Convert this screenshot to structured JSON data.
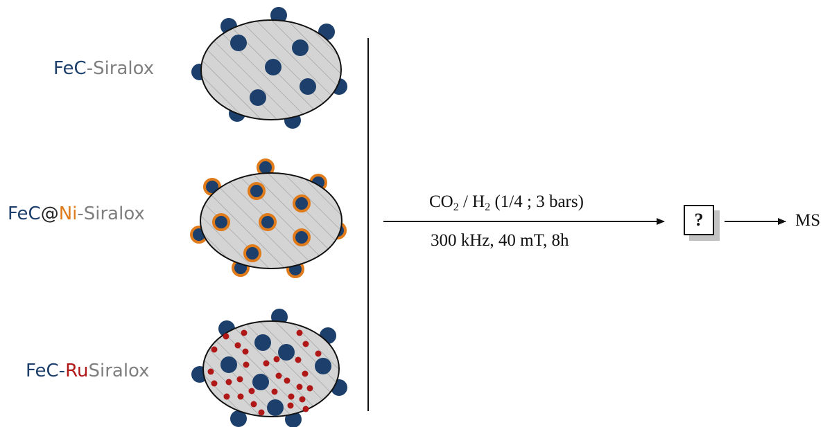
{
  "colors": {
    "fec_dark_blue": "#1c3f6b",
    "siralox_gray": "#7f7f7f",
    "nickel_orange": "#e07b1b",
    "ruthenium_red": "#b01818",
    "support_fill": "#d4d4d4",
    "hatch": "#9a9a9a"
  },
  "catalysts": [
    {
      "label_parts": [
        {
          "text": "FeC",
          "color_key": "fec"
        },
        {
          "text": "-Siralox",
          "color_key": "sir"
        }
      ],
      "particles": "FeC nanoparticles"
    },
    {
      "label_parts": [
        {
          "text": "FeC",
          "color_key": "fec"
        },
        {
          "text": "@",
          "color_key": "at"
        },
        {
          "text": "Ni",
          "color_key": "ni"
        },
        {
          "text": "-Siralox",
          "color_key": "sir"
        }
      ],
      "particles": "FeC nanoparticles with Ni shell"
    },
    {
      "label_parts": [
        {
          "text": "FeC-",
          "color_key": "fec"
        },
        {
          "text": "Ru",
          "color_key": "ru"
        },
        {
          "text": "Siralox",
          "color_key": "sir"
        }
      ],
      "particles": "FeC nanoparticles with Ru clusters"
    }
  ],
  "conditions": {
    "top": {
      "co": "CO",
      "co_sub": "2",
      "mid": " / H",
      "h_sub": "2",
      "rest": " (1/4 ; 3 bars)"
    },
    "bottom": "300 kHz, 40 mT, 8h"
  },
  "product_box": "?",
  "detector": "MS"
}
